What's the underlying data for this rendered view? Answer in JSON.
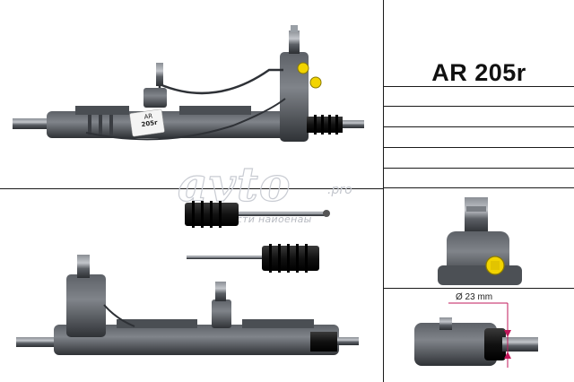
{
  "product": {
    "code": "AR 205r"
  },
  "watermark": {
    "brand": "avto",
    "suffix": ".pro",
    "tagline": "Запчасти наиоенаы"
  },
  "label_sticker": {
    "line1": "AR",
    "line2": "205r"
  },
  "dimension": {
    "label": "Ø 23 mm",
    "color": "#c2185b"
  },
  "colors": {
    "metal_dark": "#3a3d42",
    "metal_mid": "#6b6f75",
    "metal_light": "#a9adb2",
    "cap_yellow": "#f2d400",
    "boot_black": "#141414",
    "grid_line": "#1a1a1a"
  },
  "icons": [
    "steering-rack-top-view",
    "steering-rack-bottom-view",
    "pinion-valve-closeup",
    "shaft-end-closeup",
    "bellows-boot",
    "tie-rod"
  ]
}
